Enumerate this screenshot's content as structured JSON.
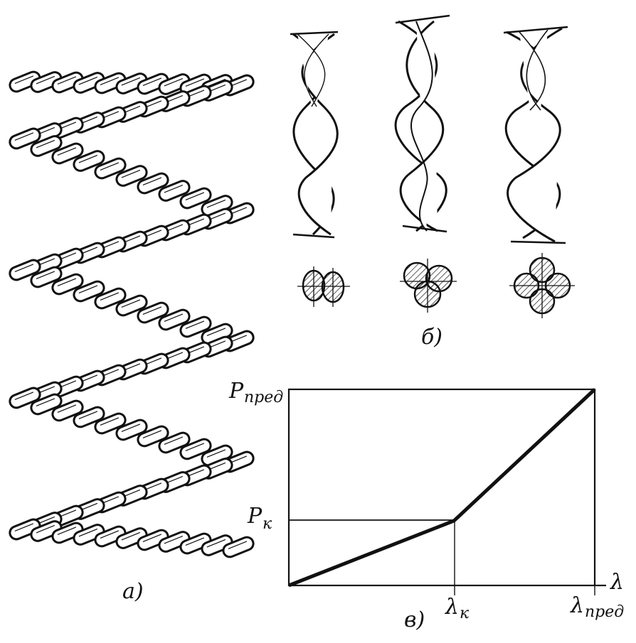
{
  "panels": {
    "a": {
      "label": "а)"
    },
    "b": {
      "label": "б)"
    },
    "c": {
      "label": "в)",
      "y_labels": {
        "p_pred": "P",
        "p_pred_sub": "пред",
        "p_k": "P",
        "p_k_sub": "к"
      },
      "x_labels": {
        "lambda": "λ",
        "lambda_k": "λ",
        "lambda_k_sub": "к",
        "lambda_pred": "λ",
        "lambda_pred_sub": "пред"
      }
    }
  },
  "chart_data": {
    "type": "line",
    "x": [
      0,
      0.54,
      1.0
    ],
    "y": [
      0,
      0.33,
      1.0
    ],
    "ticks_x": [
      "λк",
      "λпред"
    ],
    "ticks_y": [
      "Pк",
      "Pпред"
    ],
    "xlabel": "λ",
    "ylabel": ""
  }
}
